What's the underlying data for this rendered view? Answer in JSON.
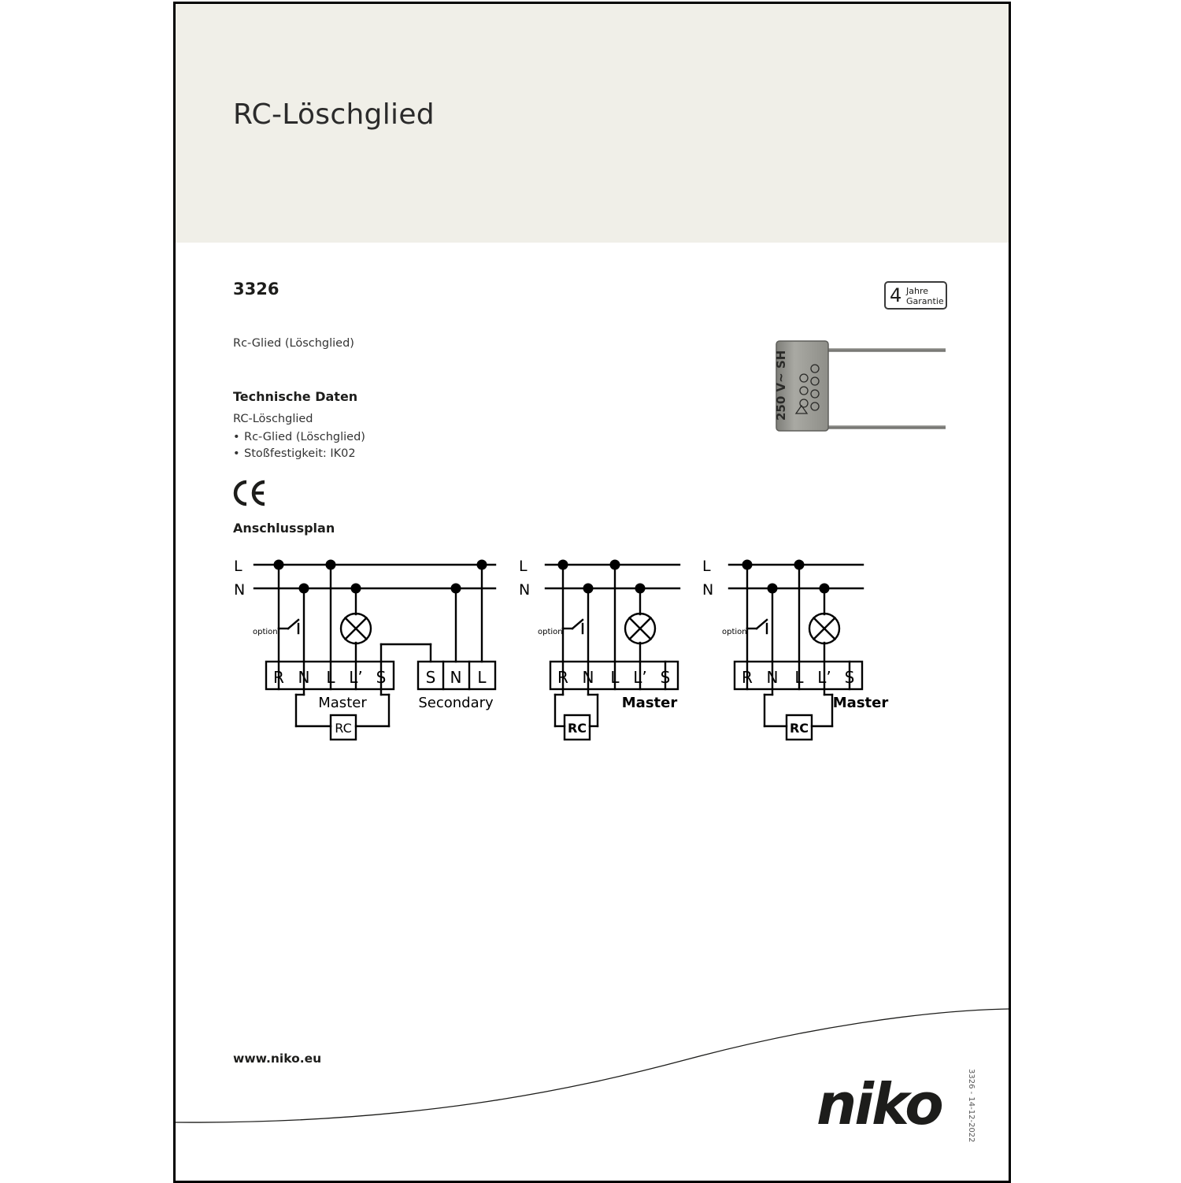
{
  "header": {
    "title": "RC-Löschglied"
  },
  "article_number": "3326",
  "warranty": {
    "number": "4",
    "line1": "Jahre",
    "line2": "Garantie"
  },
  "description": "Rc-Glied (Löschglied)",
  "technical_data": {
    "heading": "Technische Daten",
    "name": "RC-Löschglied",
    "items": [
      "Rc-Glied (Löschglied)",
      "Stoßfestigkeit: IK02"
    ]
  },
  "connection_plan": {
    "heading": "Anschlussplan",
    "line_labels": [
      "L",
      "N"
    ],
    "option_label": "option",
    "terminals_master": [
      "R",
      "N",
      "L",
      "L’",
      "S"
    ],
    "terminals_secondary": [
      "S",
      "N",
      "L"
    ],
    "master_label": "Master",
    "secondary_label": "Secondary",
    "rc_label": "RC"
  },
  "product_photo": {
    "marking1": "250 V~",
    "marking2": "SH"
  },
  "footer": {
    "website": "www.niko.eu",
    "logo": "niko",
    "doc_ref": "3326 - 14-12-2022"
  },
  "colors": {
    "header_band": "#f0efe8",
    "text": "#1d1d1b"
  }
}
